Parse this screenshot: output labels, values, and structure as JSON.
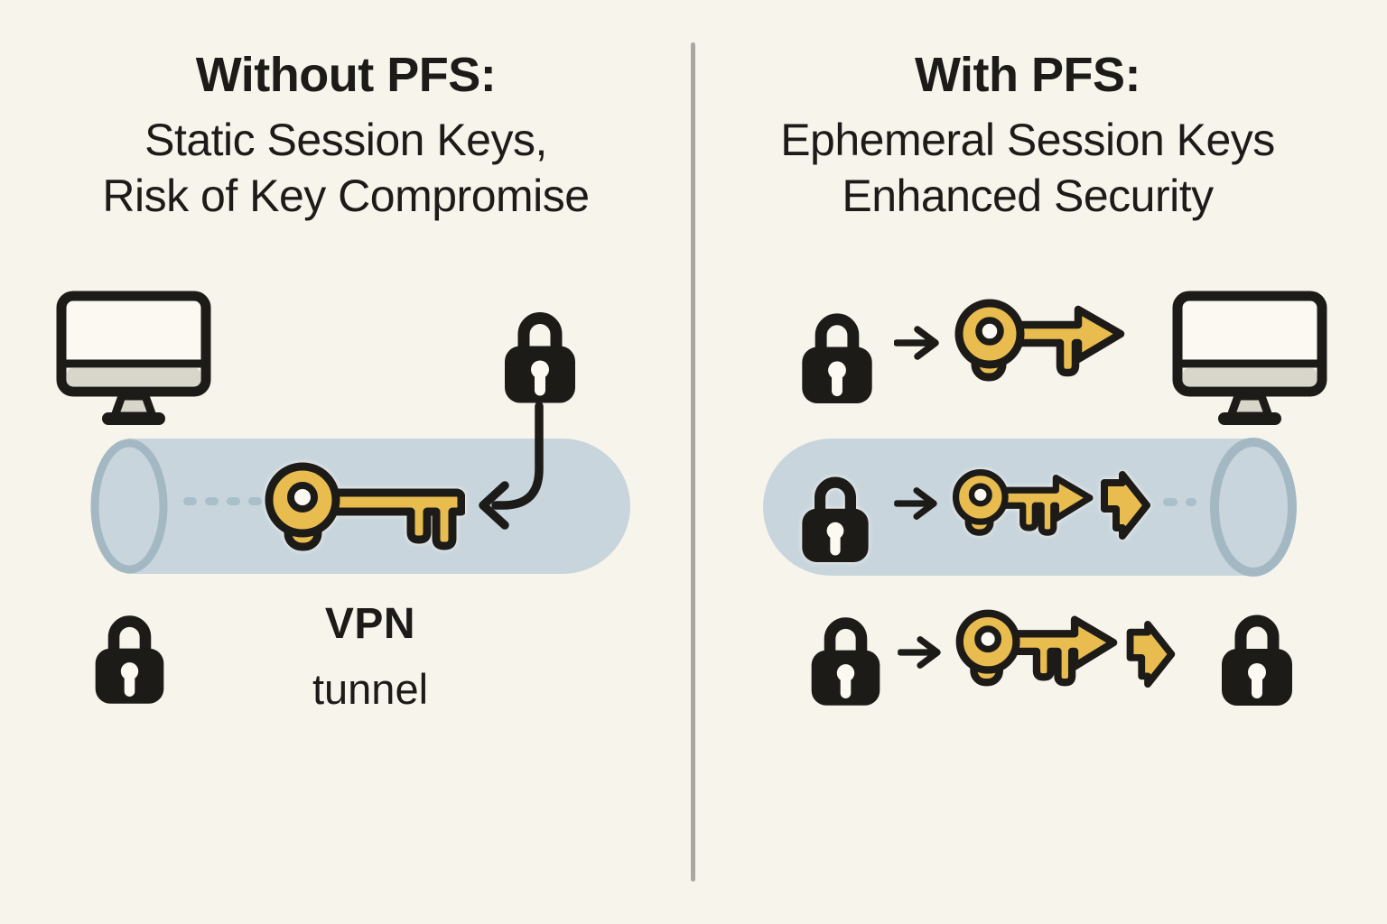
{
  "diagram_title_implicit": "PFS VPN comparison diagram",
  "left_panel": {
    "title": "Without PFS:",
    "subtitle_lines": [
      "Static Session Keys,",
      "Risk of Key Compromise"
    ],
    "tunnel_label": [
      "VPN",
      "tunnel"
    ]
  },
  "right_panel": {
    "title": "With PFS:",
    "subtitle_lines": [
      "Ephemeral Session Keys",
      "Enhanced Security"
    ]
  },
  "icons": {
    "lock": "black padlock with keyhole",
    "monitor": "desktop computer monitor",
    "key_static": "gold session key inside tunnel",
    "key_ephemeral": "gold key with forward arrow tip",
    "chevron": "gold forward arrowhead",
    "small_arrow": "black right arrow",
    "compromise_arrow": "curved arrow from attacker lock into tunnel",
    "tunnel": "VPN tunnel cylinder"
  },
  "colors": {
    "background": "#f7f4ec",
    "ink": "#1c1b18",
    "key_gold": "#e9bc50",
    "tunnel_fill": "#c8d5dd",
    "tunnel_ring": "#a3b8c3",
    "dash": "#a9bfca",
    "monitor_chin": "#d8d5ca",
    "divider": "#a8a8a3"
  }
}
